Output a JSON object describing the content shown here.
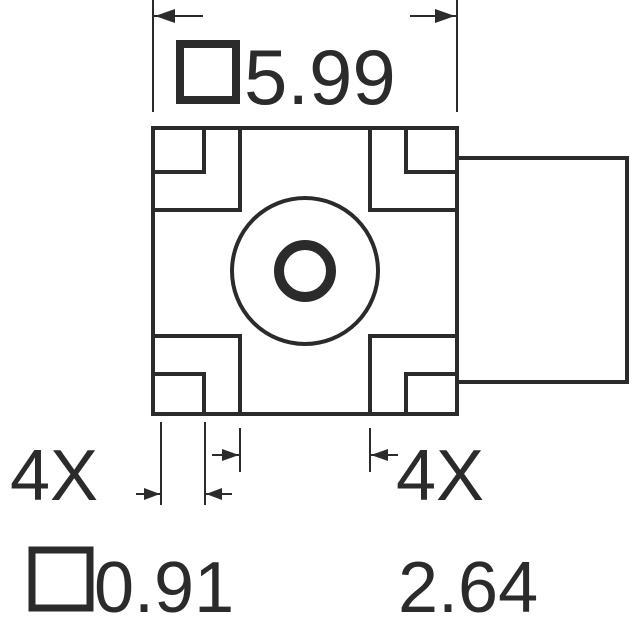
{
  "diagram": {
    "overall_width": {
      "value": "5.99",
      "symbol": "square"
    },
    "pad_size": {
      "count": "4X",
      "value": "0.91",
      "symbol": "square"
    },
    "pad_offset": {
      "count": "4X",
      "value": "2.64"
    }
  },
  "colors": {
    "line": "#2b2b2b",
    "background": "#ffffff"
  }
}
